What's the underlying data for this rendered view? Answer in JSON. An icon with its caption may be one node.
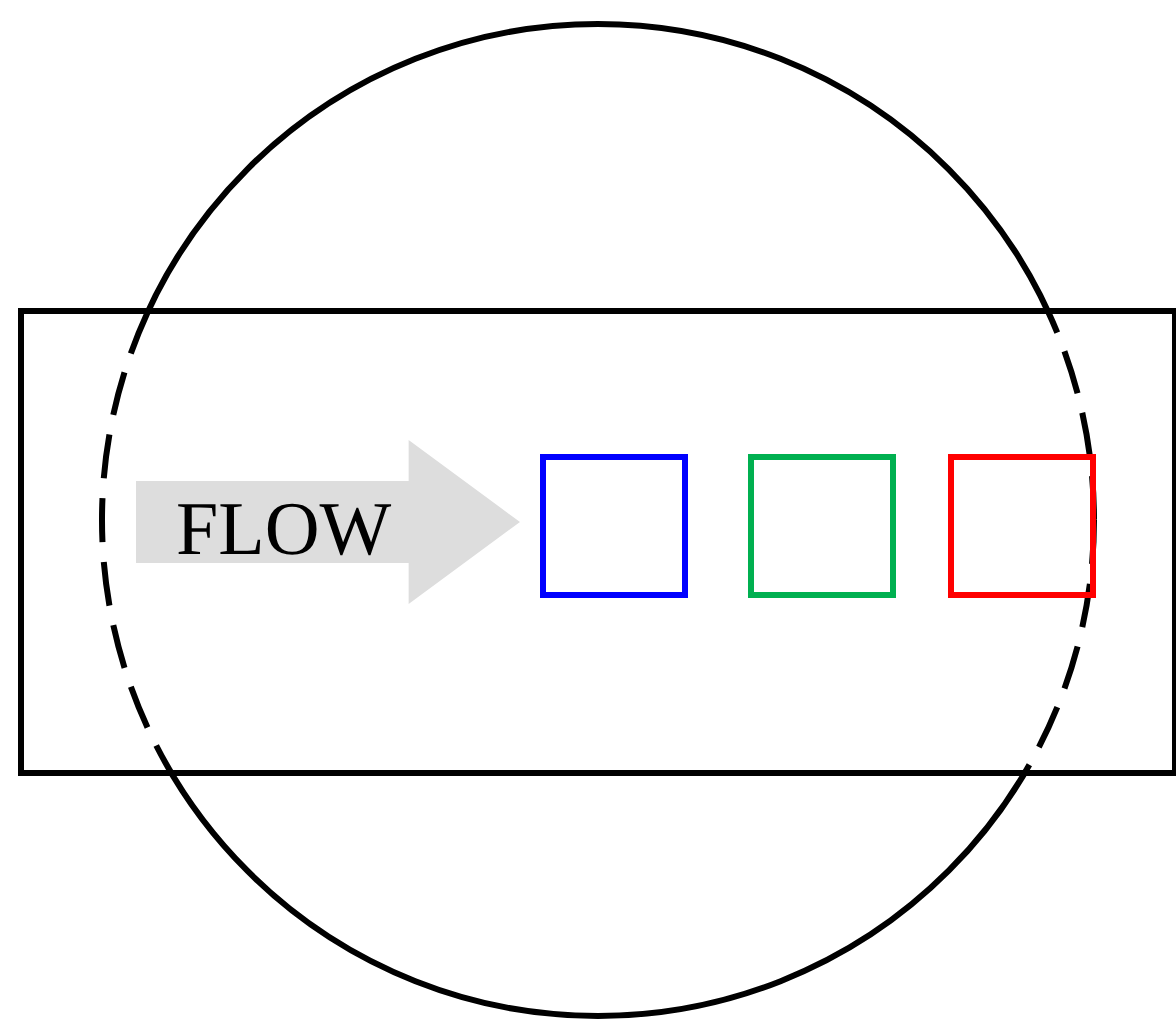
{
  "diagram": {
    "nodes": [
      {
        "text": [],
        "shape": "circle"
      },
      {
        "text": [],
        "shape": "box"
      },
      {
        "text": [
          "FLOW"
        ],
        "in": 1
      },
      {
        "text": [],
        "shape": "box",
        "in": 1
      },
      {
        "text": [],
        "shape": "box",
        "in": 1
      },
      {
        "text": [],
        "shape": "box",
        "in": 1
      }
    ]
  }
}
